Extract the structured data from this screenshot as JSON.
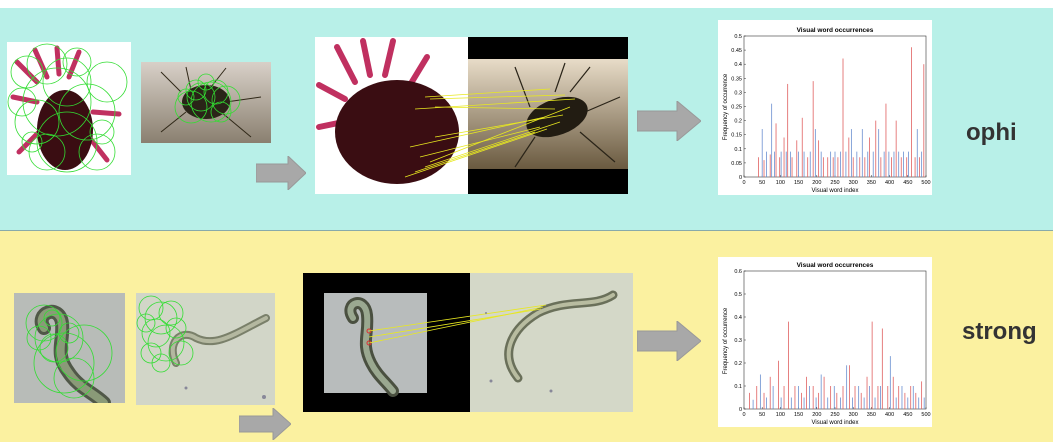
{
  "rows": [
    {
      "label": "ophi",
      "chart": {
        "type": "bar",
        "title": "Visual word occurrences",
        "xlabel": "Visual word index",
        "ylabel": "Frequency of occurrence",
        "xlim": [
          0,
          500
        ],
        "ylim": [
          0,
          0.5
        ],
        "xticks": [
          "0",
          "50",
          "100",
          "150",
          "200",
          "250",
          "300",
          "350",
          "400",
          "450",
          "500"
        ],
        "yticks": [
          "0",
          "0.05",
          "0.1",
          "0.15",
          "0.2",
          "0.25",
          "0.3",
          "0.35",
          "0.4",
          "0.45",
          "0.5"
        ],
        "colors": {
          "red": "#e06060",
          "blue": "#6a8fd0"
        },
        "red_bars": [
          [
            40,
            0.07
          ],
          [
            55,
            0.06
          ],
          [
            72,
            0.08
          ],
          [
            88,
            0.19
          ],
          [
            98,
            0.07
          ],
          [
            110,
            0.14
          ],
          [
            120,
            0.33
          ],
          [
            132,
            0.07
          ],
          [
            145,
            0.13
          ],
          [
            160,
            0.21
          ],
          [
            175,
            0.07
          ],
          [
            190,
            0.34
          ],
          [
            205,
            0.13
          ],
          [
            218,
            0.07
          ],
          [
            230,
            0.07
          ],
          [
            245,
            0.07
          ],
          [
            258,
            0.07
          ],
          [
            272,
            0.42
          ],
          [
            288,
            0.14
          ],
          [
            300,
            0.07
          ],
          [
            318,
            0.07
          ],
          [
            332,
            0.07
          ],
          [
            345,
            0.14
          ],
          [
            362,
            0.2
          ],
          [
            376,
            0.07
          ],
          [
            390,
            0.26
          ],
          [
            405,
            0.07
          ],
          [
            418,
            0.2
          ],
          [
            432,
            0.07
          ],
          [
            447,
            0.07
          ],
          [
            460,
            0.46
          ],
          [
            470,
            0.07
          ],
          [
            482,
            0.07
          ],
          [
            494,
            0.4
          ]
        ],
        "blue_bars": [
          [
            50,
            0.17
          ],
          [
            62,
            0.09
          ],
          [
            76,
            0.26
          ],
          [
            84,
            0.09
          ],
          [
            102,
            0.09
          ],
          [
            116,
            0.09
          ],
          [
            128,
            0.09
          ],
          [
            150,
            0.09
          ],
          [
            165,
            0.09
          ],
          [
            182,
            0.09
          ],
          [
            196,
            0.17
          ],
          [
            212,
            0.09
          ],
          [
            238,
            0.09
          ],
          [
            250,
            0.09
          ],
          [
            265,
            0.09
          ],
          [
            280,
            0.09
          ],
          [
            295,
            0.17
          ],
          [
            310,
            0.09
          ],
          [
            325,
            0.17
          ],
          [
            340,
            0.09
          ],
          [
            355,
            0.09
          ],
          [
            370,
            0.17
          ],
          [
            385,
            0.09
          ],
          [
            398,
            0.09
          ],
          [
            412,
            0.09
          ],
          [
            425,
            0.09
          ],
          [
            438,
            0.09
          ],
          [
            452,
            0.09
          ],
          [
            476,
            0.17
          ],
          [
            488,
            0.09
          ]
        ]
      }
    },
    {
      "label": "strong",
      "chart": {
        "type": "bar",
        "title": "Visual word occurrences",
        "xlabel": "Visual word index",
        "ylabel": "Frequency of occurrence",
        "xlim": [
          0,
          500
        ],
        "ylim": [
          0,
          0.6
        ],
        "xticks": [
          "0",
          "50",
          "100",
          "150",
          "200",
          "250",
          "300",
          "350",
          "400",
          "450",
          "500"
        ],
        "yticks": [
          "0",
          "0.1",
          "0.2",
          "0.3",
          "0.4",
          "0.5",
          "0.6"
        ],
        "colors": {
          "red": "#e06060",
          "blue": "#6a8fd0"
        },
        "red_bars": [
          [
            15,
            0.07
          ],
          [
            35,
            0.1
          ],
          [
            55,
            0.07
          ],
          [
            72,
            0.14
          ],
          [
            95,
            0.21
          ],
          [
            110,
            0.1
          ],
          [
            122,
            0.38
          ],
          [
            140,
            0.1
          ],
          [
            158,
            0.07
          ],
          [
            172,
            0.14
          ],
          [
            190,
            0.1
          ],
          [
            205,
            0.07
          ],
          [
            220,
            0.14
          ],
          [
            238,
            0.1
          ],
          [
            255,
            0.07
          ],
          [
            272,
            0.1
          ],
          [
            290,
            0.19
          ],
          [
            305,
            0.1
          ],
          [
            322,
            0.07
          ],
          [
            338,
            0.14
          ],
          [
            352,
            0.38
          ],
          [
            368,
            0.1
          ],
          [
            380,
            0.35
          ],
          [
            395,
            0.1
          ],
          [
            410,
            0.14
          ],
          [
            425,
            0.1
          ],
          [
            442,
            0.07
          ],
          [
            458,
            0.1
          ],
          [
            472,
            0.07
          ],
          [
            488,
            0.12
          ]
        ],
        "blue_bars": [
          [
            25,
            0.04
          ],
          [
            45,
            0.15
          ],
          [
            62,
            0.05
          ],
          [
            80,
            0.1
          ],
          [
            102,
            0.05
          ],
          [
            130,
            0.05
          ],
          [
            150,
            0.1
          ],
          [
            165,
            0.05
          ],
          [
            180,
            0.1
          ],
          [
            198,
            0.05
          ],
          [
            212,
            0.15
          ],
          [
            230,
            0.05
          ],
          [
            248,
            0.1
          ],
          [
            265,
            0.05
          ],
          [
            282,
            0.19
          ],
          [
            298,
            0.05
          ],
          [
            315,
            0.1
          ],
          [
            330,
            0.05
          ],
          [
            345,
            0.1
          ],
          [
            360,
            0.05
          ],
          [
            375,
            0.1
          ],
          [
            402,
            0.23
          ],
          [
            418,
            0.05
          ],
          [
            434,
            0.1
          ],
          [
            450,
            0.05
          ],
          [
            465,
            0.1
          ],
          [
            480,
            0.05
          ],
          [
            495,
            0.05
          ]
        ]
      }
    }
  ]
}
